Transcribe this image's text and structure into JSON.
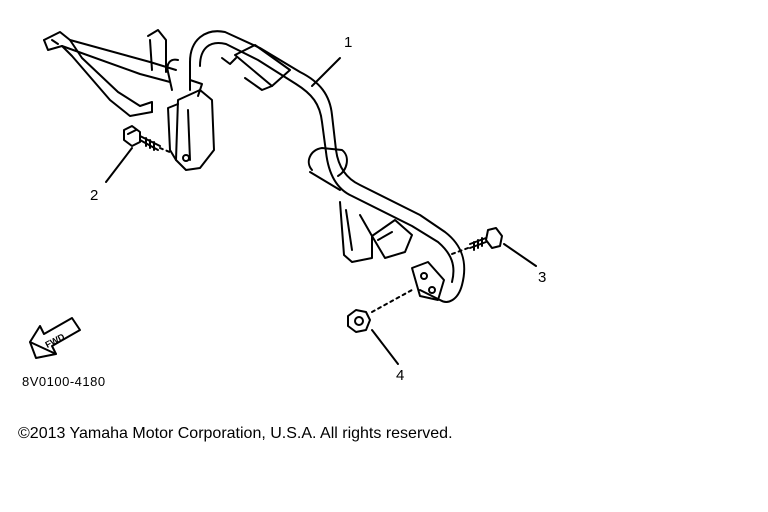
{
  "callouts": {
    "c1": "1",
    "c2": "2",
    "c3": "3",
    "c4": "4"
  },
  "arrow_text": "FWD",
  "figure_code": "8V0100-4180",
  "copyright": "©2013 Yamaha Motor Corporation, U.S.A. All rights reserved."
}
